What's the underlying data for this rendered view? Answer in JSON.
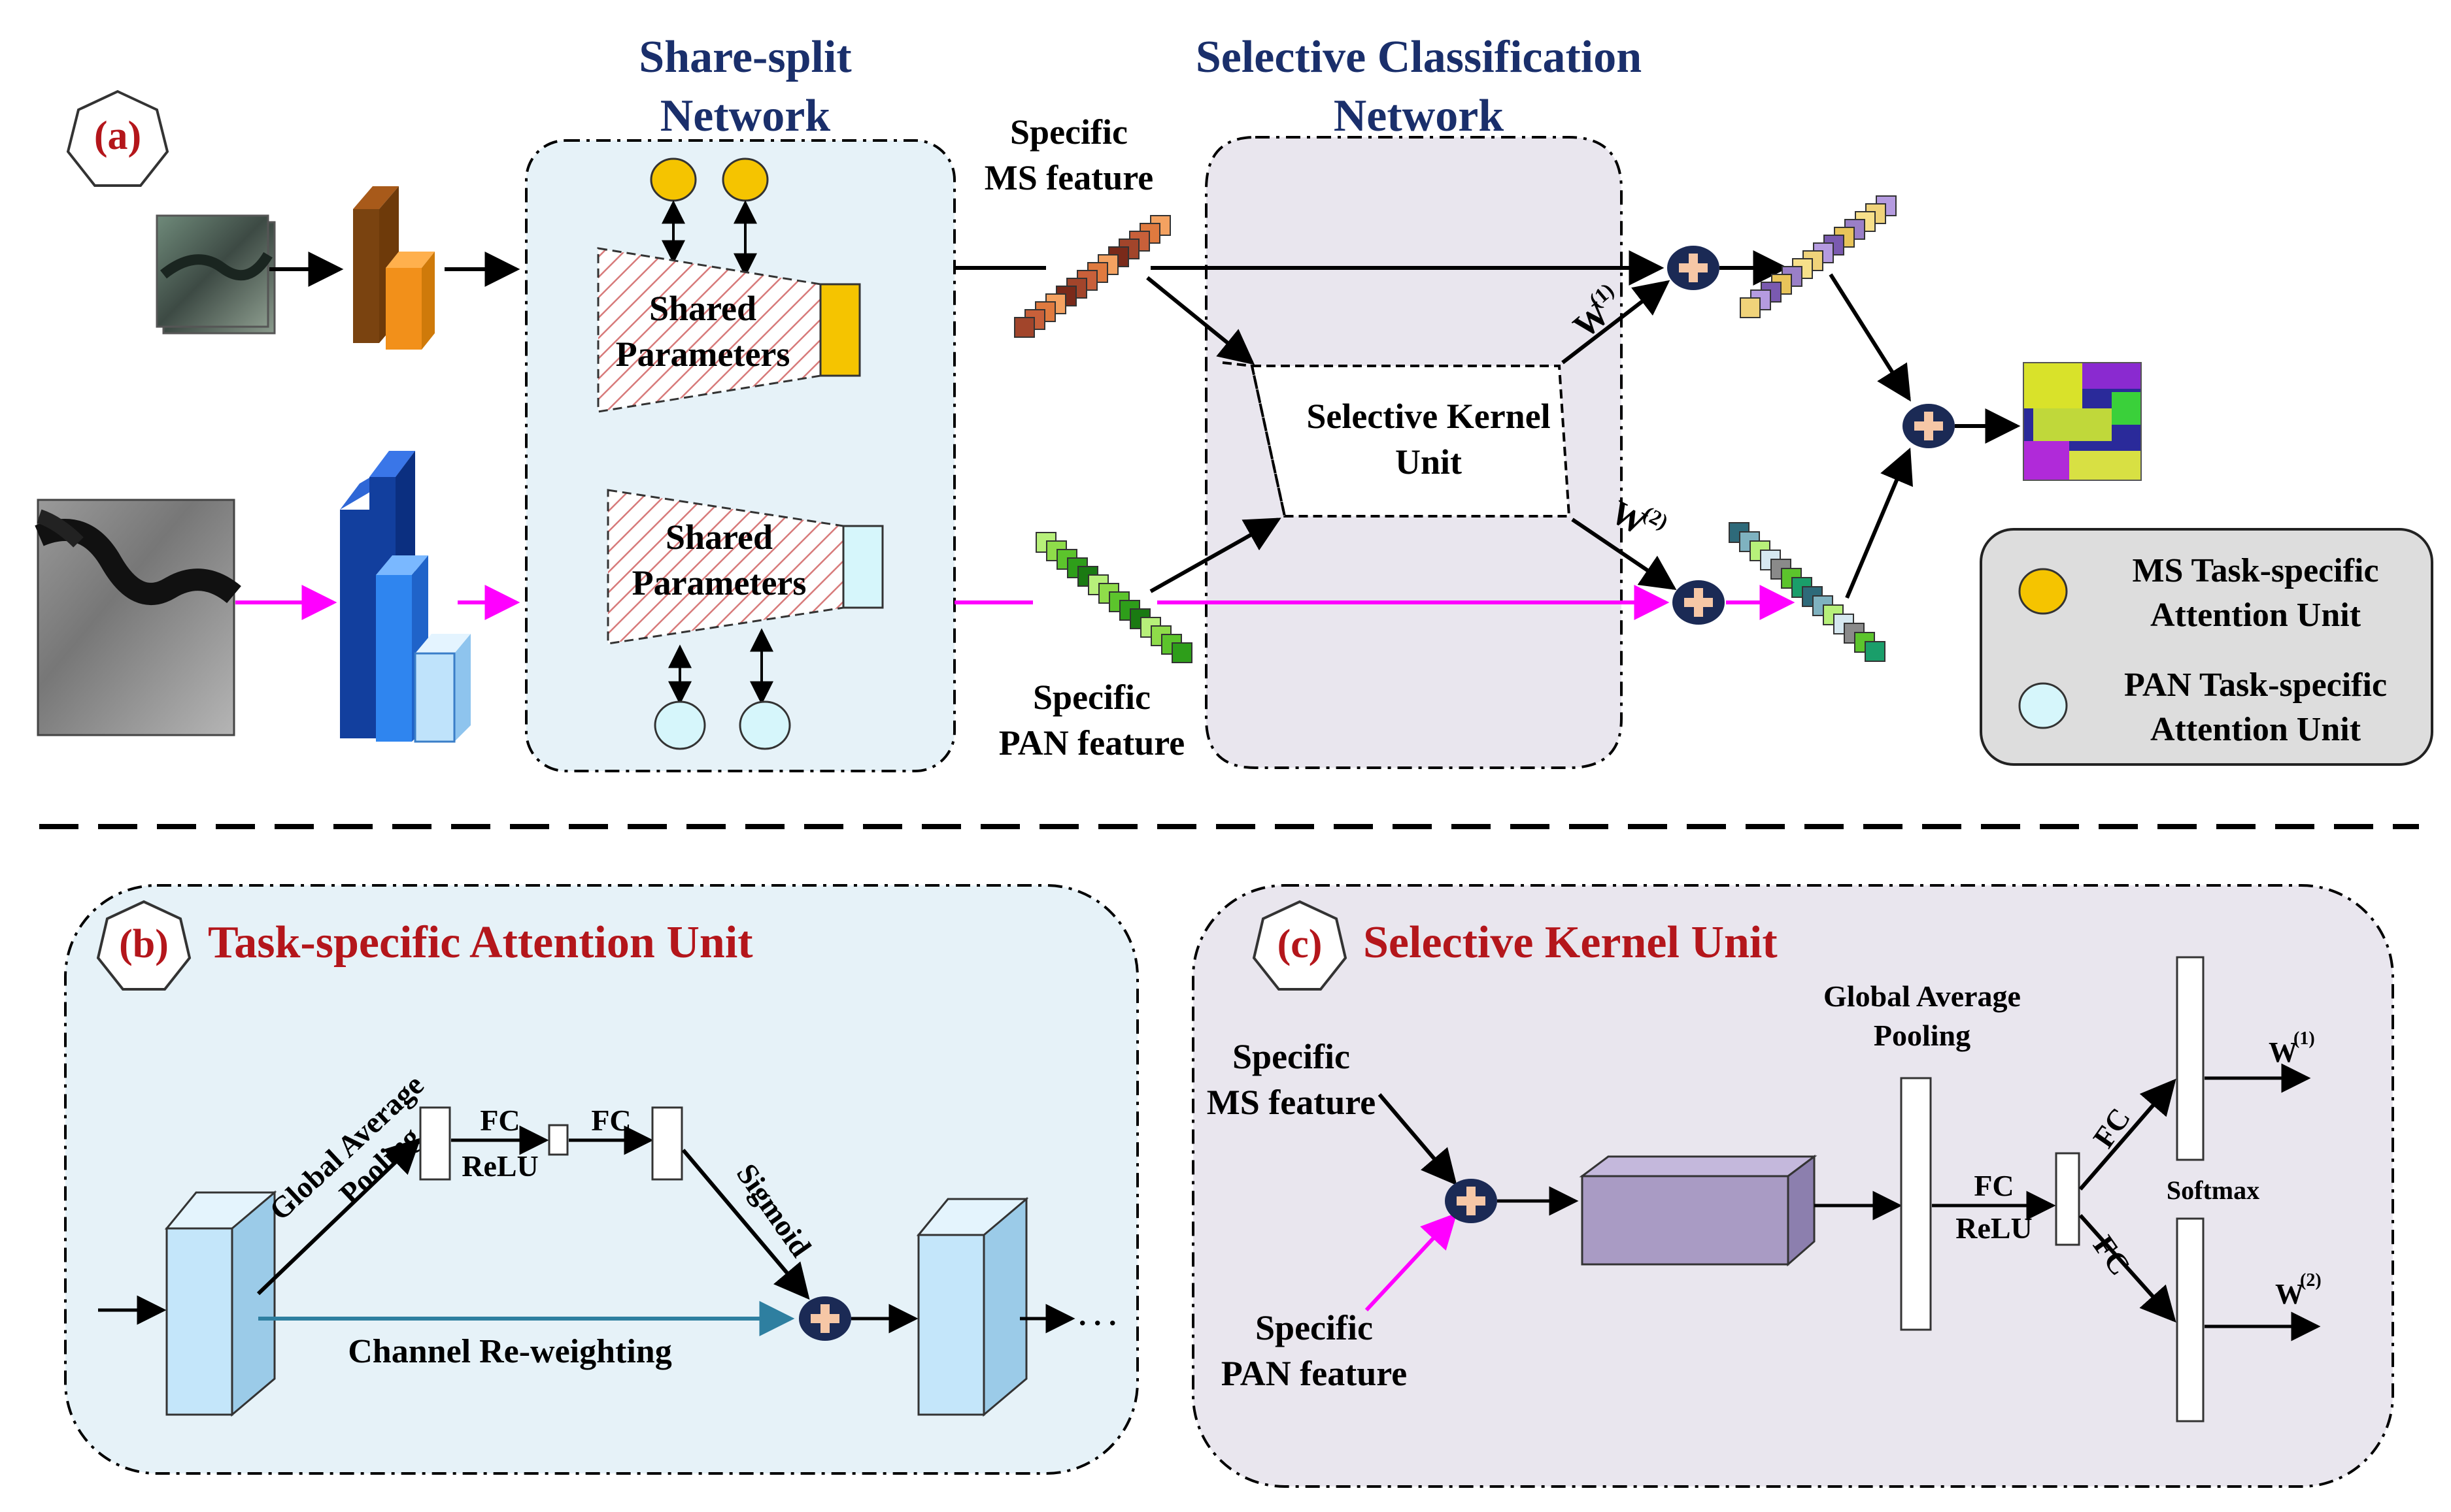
{
  "panel_a": {
    "tag": "(a)",
    "share_split_title": [
      "Share-split",
      "Network"
    ],
    "selective_title": [
      "Selective Classification",
      "Network"
    ],
    "shared_params_top": [
      "Shared",
      "Parameters"
    ],
    "shared_params_bottom": [
      "Shared",
      "Parameters"
    ],
    "ms_feature": [
      "Specific",
      "MS feature"
    ],
    "pan_feature": [
      "Specific",
      "PAN feature"
    ],
    "sk_unit": [
      "Selective Kernel",
      "Unit"
    ],
    "w1": "W",
    "w1_sup": "(1)",
    "w2": "W",
    "w2_sup": "(2)",
    "legend": {
      "ms": [
        "MS Task-specific",
        "Attention Unit"
      ],
      "pan": [
        "PAN Task-specific",
        "Attention Unit"
      ]
    }
  },
  "panel_b": {
    "tag": "(b)",
    "title": "Task-specific Attention Unit",
    "gap": [
      "Global Average",
      "Pooling"
    ],
    "fc_relu": [
      "FC",
      "ReLU"
    ],
    "fc": "FC",
    "sigmoid": "Sigmoid",
    "reweight": "Channel Re-weighting",
    "dots": ". . ."
  },
  "panel_c": {
    "tag": "(c)",
    "title": "Selective Kernel Unit",
    "ms_feature": [
      "Specific",
      "MS feature"
    ],
    "pan_feature": [
      "Specific",
      "PAN feature"
    ],
    "gap": [
      "Global Average",
      "Pooling"
    ],
    "fc_relu": [
      "FC",
      "ReLU"
    ],
    "fc1": "FC",
    "fc2": "FC",
    "softmax": "Softmax",
    "w1": "W",
    "w1_sup": "(1)",
    "w2": "W",
    "w2_sup": "(2)"
  },
  "colors": {
    "title_blue": "#1a2f6b",
    "title_red": "#b4161b",
    "ms_attention": "#f5c400",
    "pan_attention": "#d6f6fb",
    "magenta": "#ff00ff",
    "plus_node": "#1b2a55",
    "plus_sign": "#f6c7a6",
    "panel_b_bg": "#e6f2f8",
    "panel_c_bg": "#e9e6ee",
    "legend_bg": "#dddddd",
    "purple_block": "#a99bc4"
  },
  "icons": {
    "plus": "plus-circle-icon",
    "tag": "heptagon-badge-icon"
  }
}
